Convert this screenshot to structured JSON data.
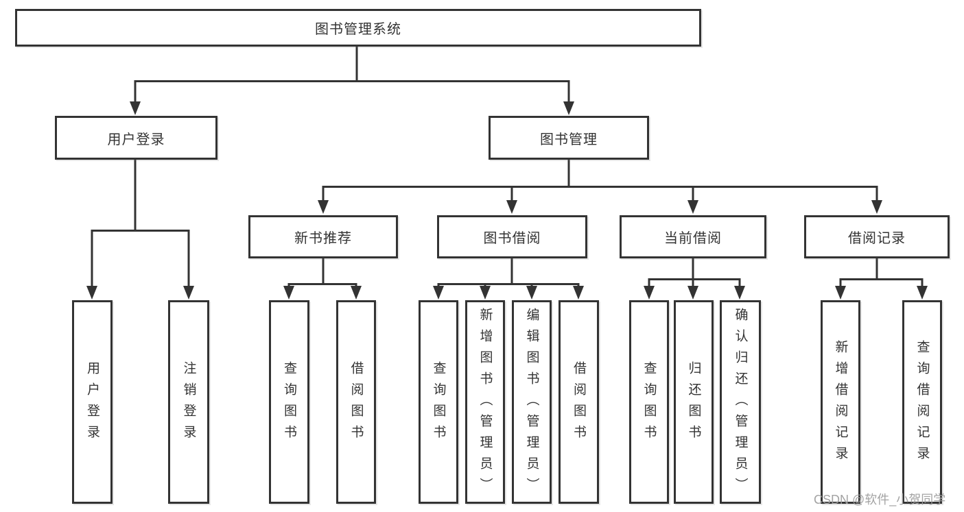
{
  "diagram": {
    "root": "图书管理系统",
    "level2": [
      "用户登录",
      "图书管理"
    ],
    "level3": [
      "新书推荐",
      "图书借阅",
      "当前借阅",
      "借阅记录"
    ],
    "leaves": [
      "用户登录",
      "注销登录",
      "查询图书",
      "借阅图书",
      "查询图书",
      "新增图书（管理员）",
      "编辑图书（管理员）",
      "借阅图书",
      "查询图书",
      "归还图书",
      "确认归还（管理员）",
      "新增借阅记录",
      "查询借阅记录"
    ]
  },
  "watermark": "CSDN @软件_小贺同学",
  "colors": {
    "line": "#333333",
    "box_border": "#333333",
    "box_fill": "#ffffff",
    "text": "#333333",
    "watermark": "#9e9e9e"
  }
}
